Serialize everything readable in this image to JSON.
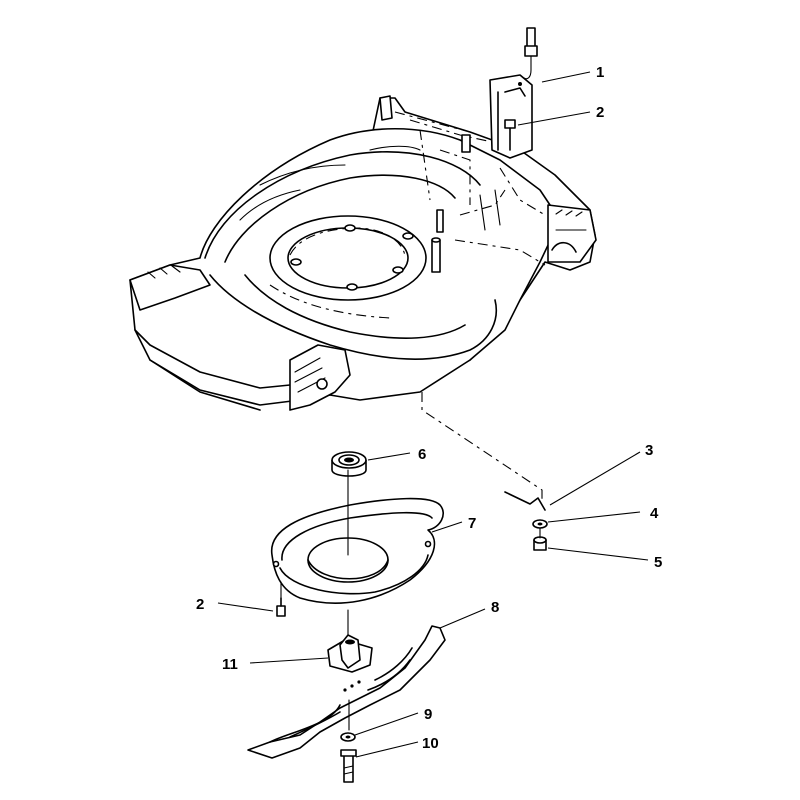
{
  "callouts": {
    "c1": "1",
    "c2": "2",
    "c3": "3",
    "c4": "4",
    "c5": "5",
    "c6": "6",
    "c7": "7",
    "c2b": "2",
    "c8": "8",
    "c11": "11",
    "c9": "9",
    "c10": "10"
  }
}
